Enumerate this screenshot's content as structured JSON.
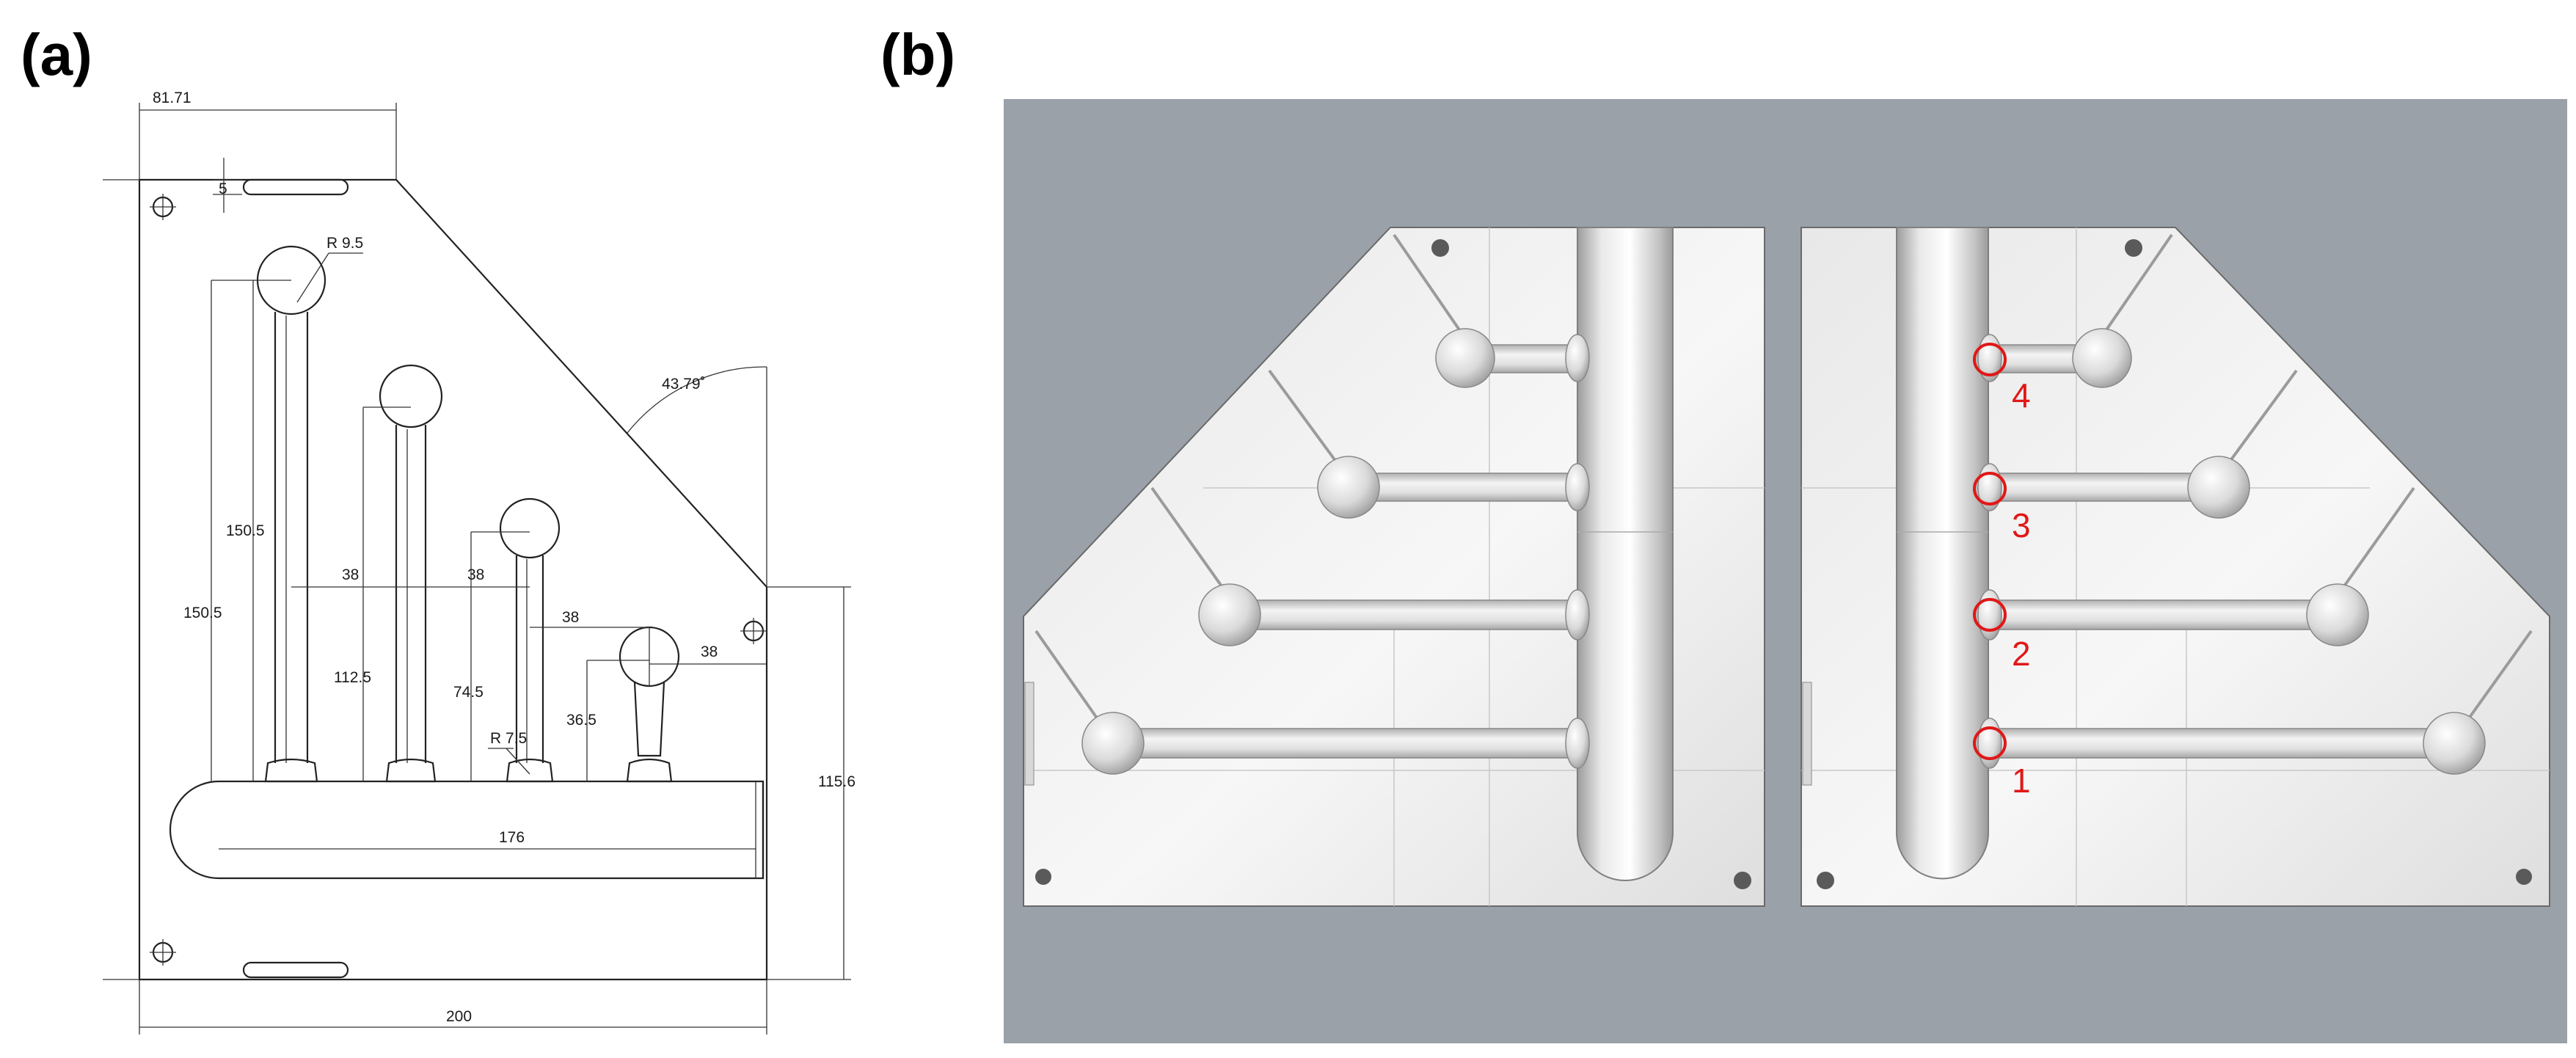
{
  "panels": {
    "a": {
      "label": "(a)"
    },
    "b": {
      "label": "(b)"
    }
  },
  "drawing_dimensions": {
    "top_offset": "81.71",
    "slot_depth": "5",
    "sphere_radius": "R 9.5",
    "angle": "43.79˚",
    "height_1": "150.5",
    "height_2": "150.5",
    "height_3": "112.5",
    "height_4": "74.5",
    "height_5": "36.5",
    "spacing_1": "38",
    "spacing_2": "38",
    "spacing_3": "38",
    "spacing_4": "38",
    "fillet_radius": "R 7.5",
    "channel_length": "176",
    "right_height": "115.6",
    "total_width": "200"
  },
  "outlet_markers": [
    "1",
    "2",
    "3",
    "4"
  ],
  "colors": {
    "background_3d": "#9aa1a8",
    "part_light": "#f4f4f4",
    "part_shade": "#d2d2d2",
    "marker": "#e01818"
  }
}
